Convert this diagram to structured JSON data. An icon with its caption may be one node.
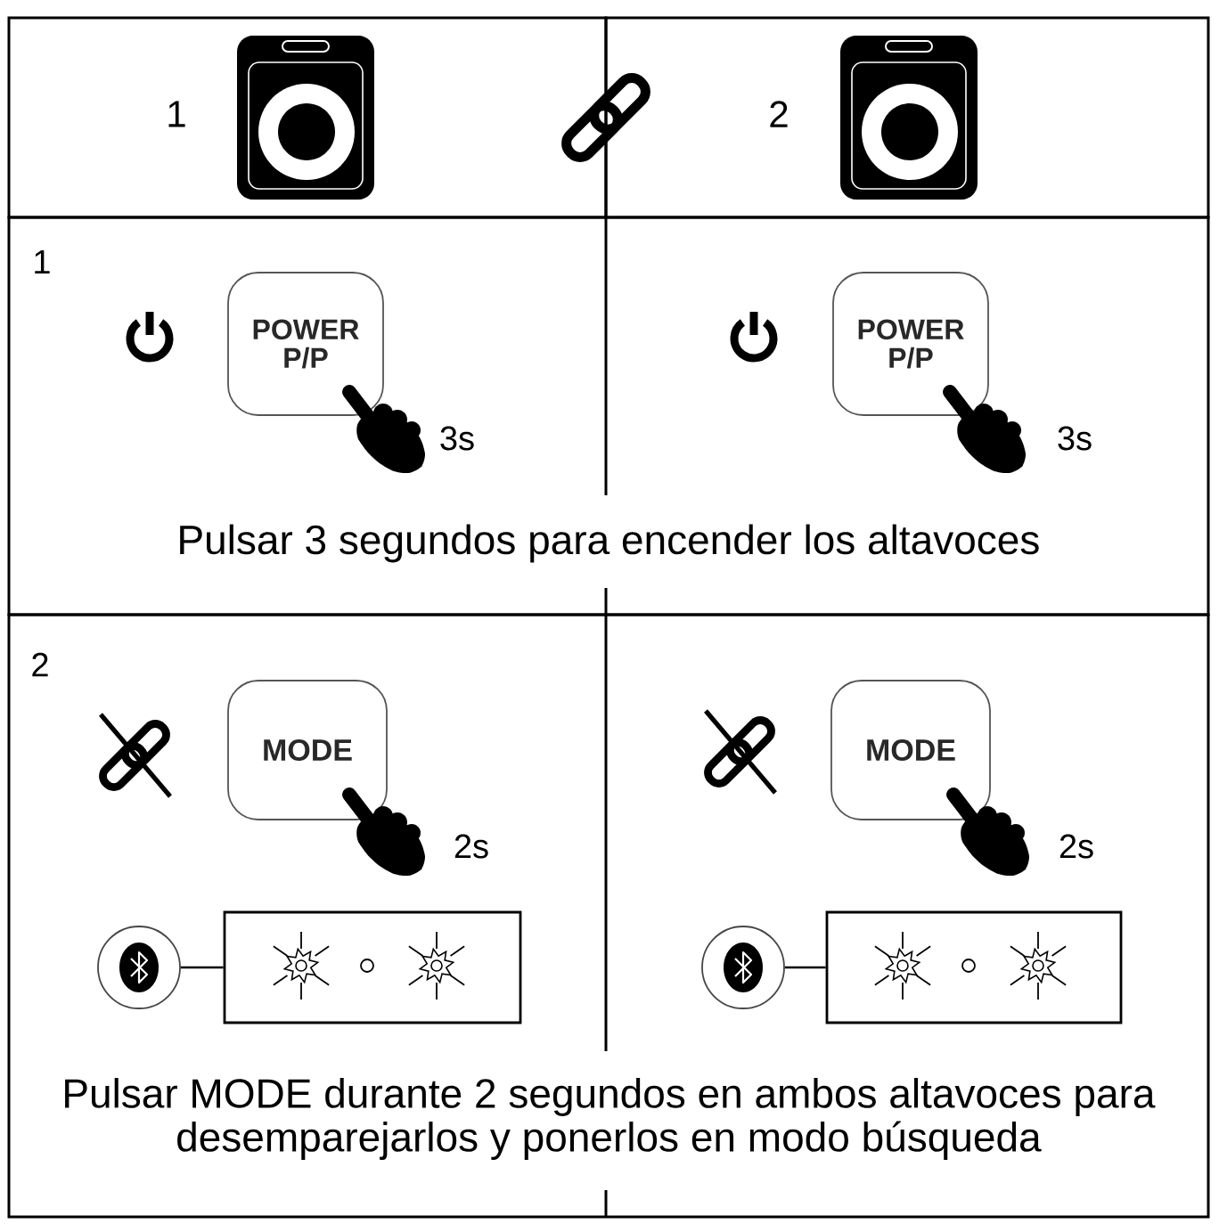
{
  "diagram": {
    "nodes": [
      {
        "text": [
          "1"
        ]
      },
      {
        "text": [
          "2"
        ]
      },
      {
        "text": [
          "1",
          "Pulsar 3 segundos para encender los altavoces"
        ]
      },
      {
        "text": [
          "POWER P/P"
        ],
        "in": 2,
        "beside": [
          "3s"
        ]
      },
      {
        "text": [
          "POWER P/P"
        ],
        "in": 2,
        "beside": [
          "3s"
        ]
      },
      {
        "text": [
          "2",
          "Pulsar MODE durante 2 segundos en ambos altavoces para desemparejarlos y ponerlos en modo búsqueda"
        ]
      },
      {
        "text": [
          "MODE"
        ],
        "in": 5,
        "beside": [
          "2s"
        ]
      },
      {
        "text": [
          "MODE"
        ],
        "in": 5,
        "beside": [
          "2s"
        ]
      },
      {
        "text": [],
        "shape": "circle",
        "in": 5
      },
      {
        "text": [],
        "shape": "box",
        "in": 5
      },
      {
        "text": [],
        "shape": "circle",
        "in": 5
      },
      {
        "text": [],
        "shape": "box",
        "in": 5
      }
    ],
    "edges": [
      {
        "from": 8,
        "to": 9,
        "arrow": "none"
      },
      {
        "from": 10,
        "to": 11,
        "arrow": "none"
      }
    ]
  }
}
